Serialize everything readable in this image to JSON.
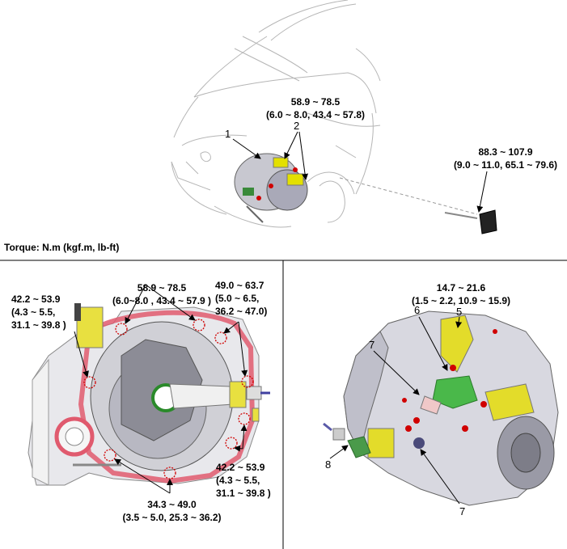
{
  "torque_caption": "Torque: N.m (kgf.m, lb-ft)",
  "top_diagram": {
    "torque_main": {
      "line1": "58.9 ~ 78.5",
      "line2": "(6.0 ~ 8.0, 43.4 ~ 57.8)"
    },
    "torque_right": {
      "line1": "88.3 ~ 107.9",
      "line2": "(9.0 ~ 11.0, 65.1 ~ 79.6)"
    },
    "callouts": [
      "1",
      "2"
    ]
  },
  "left_diagram": {
    "t_top_left": {
      "line1": "42.2 ~ 53.9",
      "line2": "(4.3 ~ 5.5,",
      "line3": "31.1 ~ 39.8 )"
    },
    "t_top_mid": {
      "line1": "58.9 ~ 78.5",
      "line2": "(6.0~8.0 , 43.4 ~ 57.9 )"
    },
    "t_top_right": {
      "line1": "49.0 ~ 63.7",
      "line2": "(5.0 ~ 6.5,",
      "line3": "36.2 ~ 47.0)"
    },
    "t_right": {
      "line1": "42.2 ~ 53.9",
      "line2": "(4.3 ~ 5.5,",
      "line3": "31.1 ~ 39.8 )"
    },
    "t_bottom": {
      "line1": "34.3 ~ 49.0",
      "line2": "(3.5 ~ 5.0, 25.3 ~ 36.2)"
    }
  },
  "right_diagram": {
    "t_top": {
      "line1": "14.7 ~ 21.6",
      "line2": "(1.5 ~ 2.2, 10.9 ~ 15.9)"
    },
    "callouts": [
      "5",
      "6",
      "7",
      "7",
      "8"
    ]
  }
}
